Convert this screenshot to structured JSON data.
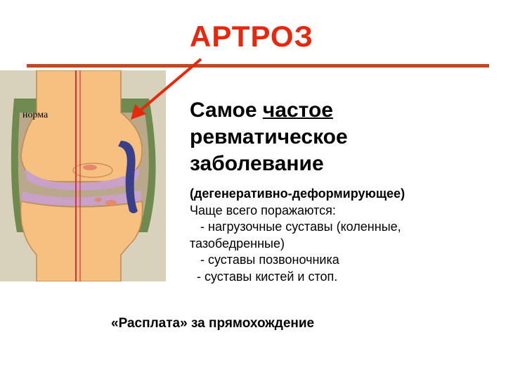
{
  "title": "АРТРОЗ",
  "illustration": {
    "label": "норма"
  },
  "headline": {
    "part1": "Самое ",
    "underlined": "частое",
    "line2": "ревматическое",
    "line3": "заболевание"
  },
  "details": {
    "type": "(дегенеративно-деформирующее)",
    "lead": "Чаще всего поражаются:",
    "items": [
      "   - нагрузочные суставы (коленные,",
      "тазобедренные)",
      "   - суставы позвоночника",
      "  - суставы кистей и стоп."
    ]
  },
  "footer": "«Расплата» за прямохождение",
  "colors": {
    "title": "#e8280d",
    "rule": "#c4471f",
    "bone": "#f5c080",
    "cartilage": "#c8a0c8",
    "capsule": "#6e8a4e",
    "synovium": "#3a3f8a",
    "background_plate": "#d8d2bc",
    "arrow": "#e8280d"
  }
}
